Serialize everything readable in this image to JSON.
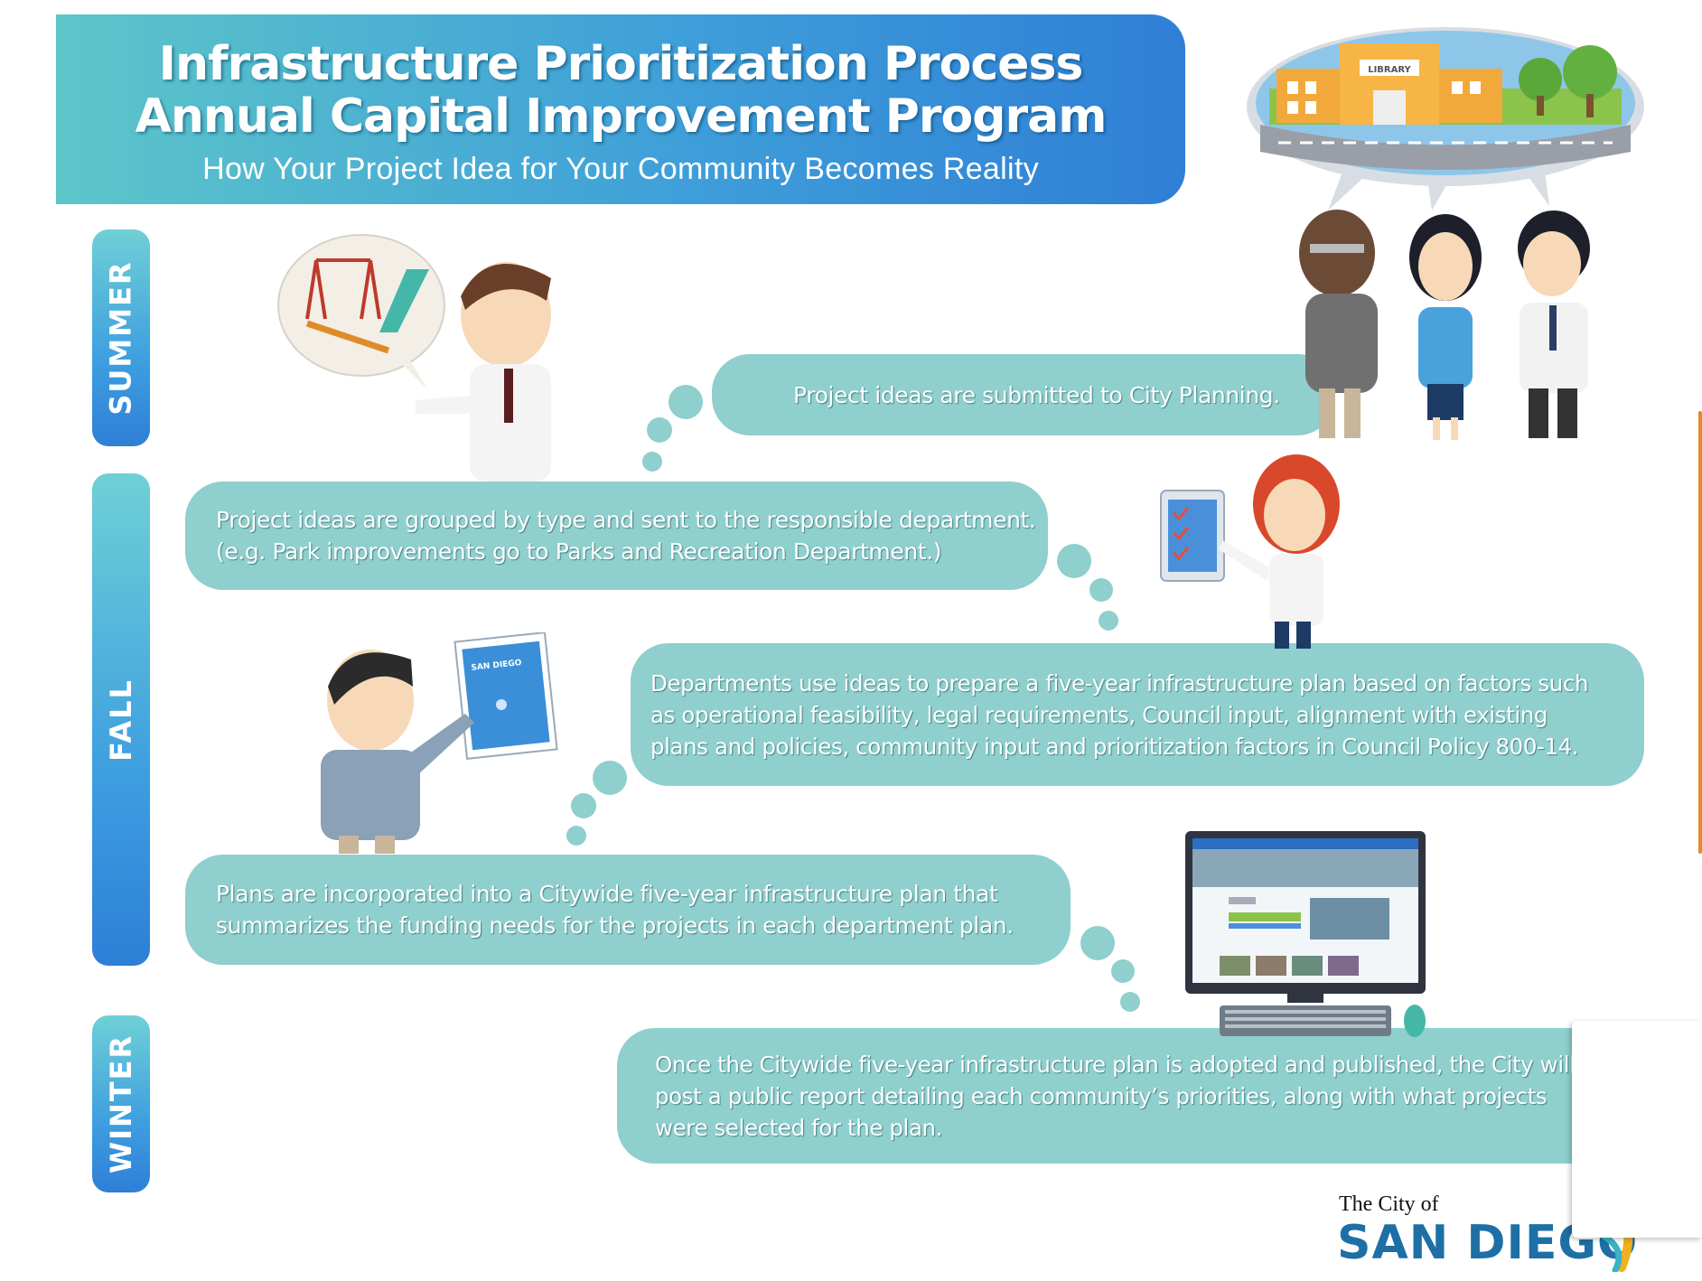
{
  "header": {
    "title_line_1": "Infrastructure Prioritization Process",
    "title_line_2": "Annual Capital Improvement Program",
    "subtitle": "How Your Project Idea for Your Community Becomes Reality"
  },
  "seasons": [
    {
      "label": "SUMMER"
    },
    {
      "label": "FALL"
    },
    {
      "label": "WINTER"
    }
  ],
  "steps": [
    {
      "lines": [
        "Project ideas are submitted to City Planning."
      ]
    },
    {
      "lines": [
        "Project ideas are grouped by type and sent to the responsible department.",
        "(e.g. Park improvements go to Parks and Recreation Department.)"
      ]
    },
    {
      "lines": [
        "Departments use ideas to prepare a five-year infrastructure plan based on factors such",
        "as operational feasibility, legal requirements, Council input, alignment with existing",
        "plans and policies, community input and prioritization factors in Council Policy 800-14."
      ]
    },
    {
      "lines": [
        "Plans are incorporated into a Citywide five-year infrastructure plan that",
        "summarizes the funding needs for the projects in each department plan."
      ]
    },
    {
      "lines": [
        "Once the Citywide five-year infrastructure plan is adopted and published, the City will",
        "post a public report detailing each community’s priorities, along with what projects",
        "were selected for the plan."
      ]
    }
  ],
  "illustrations": {
    "library_sign": "LIBRARY",
    "report_cover_text": "SAN DIEGO"
  },
  "logo": {
    "line_1": "The City of",
    "line_2": "SAN DIEGO"
  },
  "colors": {
    "bubble": "#8fcfcd",
    "banner_start": "#5cc6c9",
    "banner_end": "#2f7fd6",
    "logo_blue": "#1d6fa6"
  }
}
